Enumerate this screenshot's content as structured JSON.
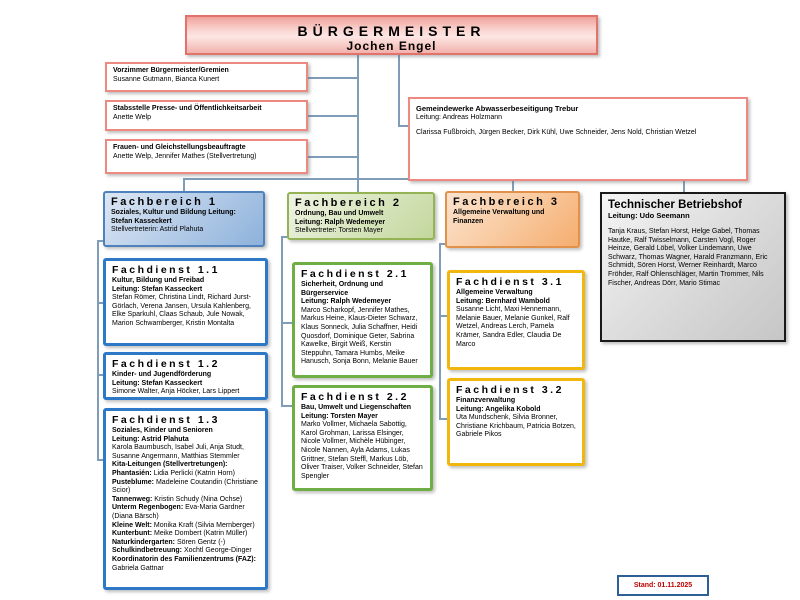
{
  "chart_type": "organizational-chart",
  "root": {
    "title": "BÜRGERMEISTER",
    "name": "Jochen Engel"
  },
  "staff_boxes": [
    {
      "title": "Vorzimmer Bürgermeister/Gremien",
      "staff": "Susanne Gutmann, Bianca Kunert"
    },
    {
      "title": "Stabsstelle Presse- und Öffentlichkeitsarbeit",
      "staff": "Anette Welp"
    },
    {
      "title": "Frauen- und Gleichstellungsbeauftragte",
      "staff": "Anette Welp, Jennifer Mathes (Stellvertretung)"
    }
  ],
  "gemeindewerke": {
    "title": "Gemeindewerke Abwasserbeseitigung Trebur",
    "leitung": "Leitung: Andreas Holzmann",
    "staff": "Clarissa Fußbroich, Jürgen Becker, Dirk Kühl, Uwe Schneider, Jens Nold, Christian Wetzel"
  },
  "fachbereiche": [
    {
      "header": "Fachbereich 1",
      "subtitle": "Soziales, Kultur und Bildung Leitung: Stefan Kasseckert",
      "deputy": "Stellvertreterin: Astrid Plahuta"
    },
    {
      "header": "Fachbereich 2",
      "department": "Ordnung, Bau und Umwelt",
      "leitung": "Leitung: Ralph Wedemeyer",
      "deputy": "Stellvertreter: Torsten Mayer"
    },
    {
      "header": "Fachbereich 3",
      "department": "Allgemeine Verwaltung und Finanzen"
    }
  ],
  "betriebshof": {
    "title": "Technischer Betriebshof",
    "leitung": "Leitung: Udo Seemann",
    "staff": "Tanja Kraus, Stefan Horst, Helge Gabel, Thomas Hautke, Ralf Twisselmann, Carsten Vogl, Roger Heinze, Gerald Löbel, Volker Lindemann, Uwe Schwarz, Thomas Wagner, Harald Franzmann, Eric Schmidt, Sören Horst, Werner Reinhardt, Marco Fröhder, Ralf Ohlenschläger, Martin Trommer, Nils Fischer, Andreas Dörr, Mario Stimac"
  },
  "fachdienste": [
    {
      "header": "Fachdienst 1.1",
      "department": "Kultur, Bildung und Freibad",
      "leitung": "Leitung: Stefan Kasseckert",
      "staff": "Stefan Römer, Christina Lindt, Richard Jurst-Görlach, Verena Jansen, Ursula Kahlenberg, Elke Sparkuhl, Claas Schaub, Jule Nowak, Marion Schwamberger, Kristin Montalta"
    },
    {
      "header": "Fachdienst 1.2",
      "department": "Kinder- und Jugendförderung",
      "leitung": "Leitung: Stefan Kasseckert",
      "staff": "Simone Walter, Anja Höcker, Lars Lippert"
    },
    {
      "header": "Fachdienst 1.3",
      "department": "Soziales, Kinder und Senioren",
      "leitung": "Leitung: Astrid Plahuta",
      "staff": "Karola Baumbusch, Isabel Juli, Anja Studt, Susanne Angermann, Matthias Stemmler",
      "kita_header": "Kita-Leitungen (Stellvertretungen):",
      "kita": [
        {
          "label": "Phantasién:",
          "value": "Lidia Perlicki (Katrin Horn)"
        },
        {
          "label": "Pusteblume:",
          "value": "Madeleine Coutandin (Christiane Scior)"
        },
        {
          "label": "Tannenweg:",
          "value": "Kristin Schudy (Nina Ochse)"
        },
        {
          "label": "Unterm Regenbogen:",
          "value": "Eva-Maria Gardner (Diana Bärsch)"
        },
        {
          "label": "Kleine Welt:",
          "value": "Monika Kraft (Silvia Mernberger)"
        },
        {
          "label": "Kunterbunt:",
          "value": "Meike Dombert (Katrin Müller)"
        },
        {
          "label": "Naturkindergarten:",
          "value": "Sören Gentz (-)"
        },
        {
          "label": "Schulkindbetreuung:",
          "value": "Xochtl George-Dinger"
        },
        {
          "label": "Koordinatorin des Familienzentrums (FAZ):",
          "value": "Gabriela Gattnar"
        }
      ]
    },
    {
      "header": "Fachdienst 2.1",
      "department": "Sicherheit, Ordnung und Bürgerservice",
      "leitung": "Leitung: Ralph Wedemeyer",
      "staff": "Marco Scharkopf, Jennifer Mathes, Markus Heine, Klaus-Dieter Schwarz, Klaus Sonneck, Julia Schaffner, Heidi Quosdorf, Dominique Geter, Sabrina Kawelke, Birgit Weiß, Kerstin Steppuhn, Tamara Humbs, Meike Hanusch, Sonja Bonn, Melanie Bauer"
    },
    {
      "header": "Fachdienst 2.2",
      "department": "Bau, Umwelt und Liegenschaften",
      "leitung": "Leitung: Torsten Mayer",
      "staff": "Marko Vollmer, Michaela Sabottig, Karol Grohman, Larissa Elsinger, Nicole Vollmer, Michèle Hübinger, Nicole Nannen, Ayla Adams, Lukas Grittner, Stefan Steffl, Markus Löb, Oliver Traiser, Volker Schneider, Stefan Spengler"
    },
    {
      "header": "Fachdienst 3.1",
      "department": "Allgemeine Verwaltung",
      "leitung": "Leitung: Bernhard Wambold",
      "staff": "Susanne Licht,  Maxi Hennemann, Melanie Bauer, Melanie Gunkel, Ralf Wetzel, Andreas Lerch, Pamela Krämer, Sandra Edler, Claudia De Marco"
    },
    {
      "header": "Fachdienst 3.2",
      "department": "Finanzverwaltung",
      "leitung": "Leitung: Angelika Kobold",
      "staff": "Uta Mundschenk, Silvia Bronner, Christiane Krichbaum, Patricia Botzen, Gabriele Pikos"
    }
  ],
  "stand": {
    "label": "Stand: 01.11.2025"
  },
  "colors": {
    "connector": "#7f9db9",
    "salmon_border": "#ec8a82",
    "fb1_border": "#4f81bd",
    "fb2_border": "#94b354",
    "fb3_border": "#e2914a",
    "betriebshof_border": "#1a1a1a",
    "fd1_border": "#2e78c8",
    "fd2_border": "#6fae44",
    "fd3_border": "#f2b70c",
    "stand_border": "#2e5f96",
    "stand_text": "#c00000"
  }
}
